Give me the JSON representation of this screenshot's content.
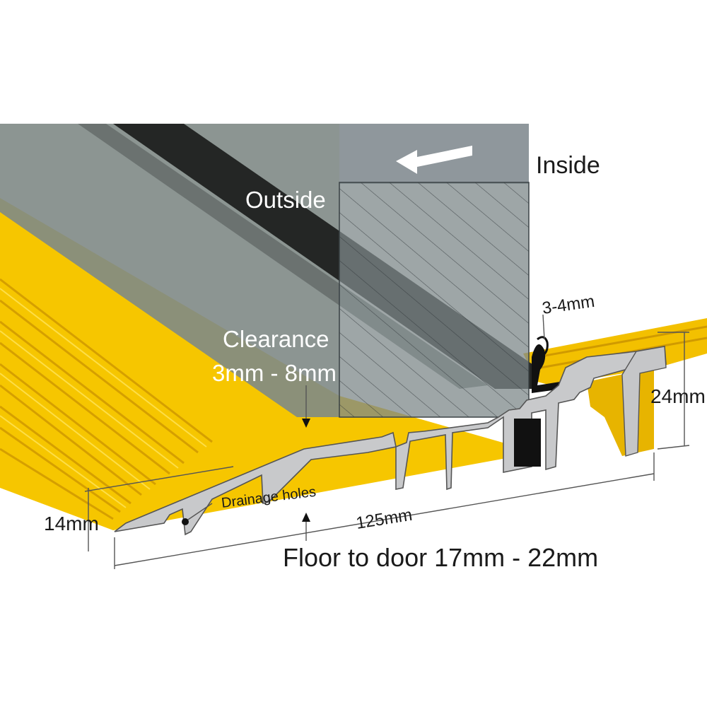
{
  "labels": {
    "inside": "Inside",
    "outside": "Outside",
    "clearance_title": "Clearance",
    "clearance_range": "3mm - 8mm",
    "gap": "3-4mm",
    "height_right": "24mm",
    "height_left": "14mm",
    "drainage": "Drainage holes",
    "width": "125mm",
    "floor_to_door": "Floor to door 17mm - 22mm"
  },
  "colors": {
    "background": "#ffffff",
    "threshold_yellow": "#f5c400",
    "threshold_yellow_dark": "#d9a300",
    "aluminium_profile": "#c9cacc",
    "door_glass": "#8a9399",
    "door_inside_panel": "#7d858a",
    "door_dark_strip": "#2a2c2b",
    "seal_black": "#111111",
    "arrow_white": "#ffffff"
  },
  "icons": {
    "direction_arrow": "left-arrow-icon"
  }
}
